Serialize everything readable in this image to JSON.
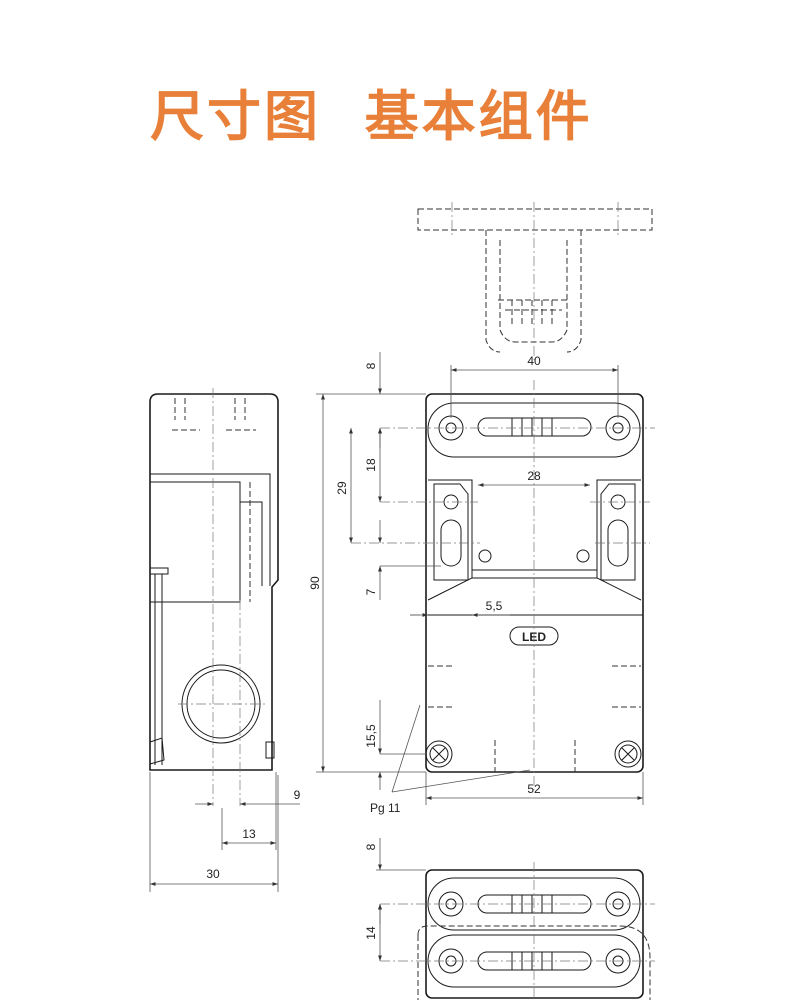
{
  "title": "尺寸图  基本组件",
  "dimensions": {
    "top_width": "40",
    "top_margin": "8",
    "hole_spacing_v": "18",
    "slot_spacing_v": "29",
    "inner_width": "28",
    "overall_height": "90",
    "lower_gap": "7",
    "offset_small": "5,5",
    "bottom_hole_height": "15,5",
    "overall_width": "52",
    "side_depth_offset": "9",
    "side_cable_offset": "13",
    "side_depth": "30",
    "bottom_top_margin": "8",
    "bottom_spacing": "14"
  },
  "labels": {
    "led": "LED",
    "conduit": "Pg 11"
  }
}
